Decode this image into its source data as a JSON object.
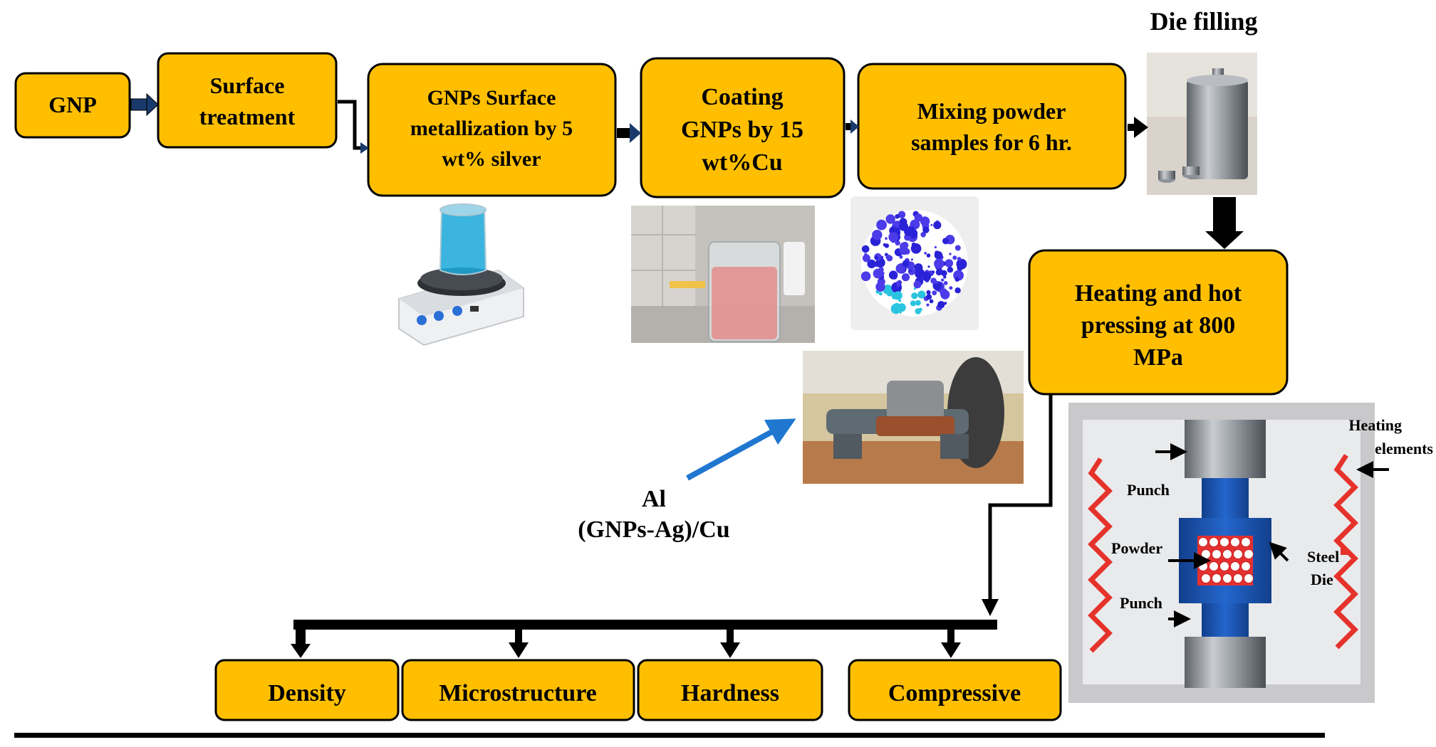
{
  "flow": {
    "gnp": "GNP",
    "surface_treatment": [
      "Surface",
      "treatment"
    ],
    "metallization": [
      "GNPs Surface",
      "metallization by 5",
      "wt% silver"
    ],
    "coating": [
      "Coating",
      "GNPs by 15",
      "wt%Cu"
    ],
    "mixing": [
      "Mixing powder",
      "samples for 6 hr."
    ],
    "die_filling": "Die filling",
    "hot_pressing": [
      "Heating and hot",
      "pressing at 800",
      "MPa"
    ]
  },
  "composite_label": [
    "Al",
    "(GNPs-Ag)/Cu"
  ],
  "tests": {
    "density": "Density",
    "microstructure": "Microstructure",
    "hardness": "Hardness",
    "compressive": "Compressive"
  },
  "press_diagram": {
    "heating_elements": [
      "Heating",
      "elements"
    ],
    "punch_top": "Punch",
    "powder": "Powder",
    "steel_die": [
      "Steel",
      "Die"
    ],
    "punch_bottom": "Punch"
  },
  "colors": {
    "box_fill": "#FFBF00",
    "die_body": "#1E5BB8",
    "heater": "#E5322B",
    "arrow_blue": "#1F77D0"
  }
}
